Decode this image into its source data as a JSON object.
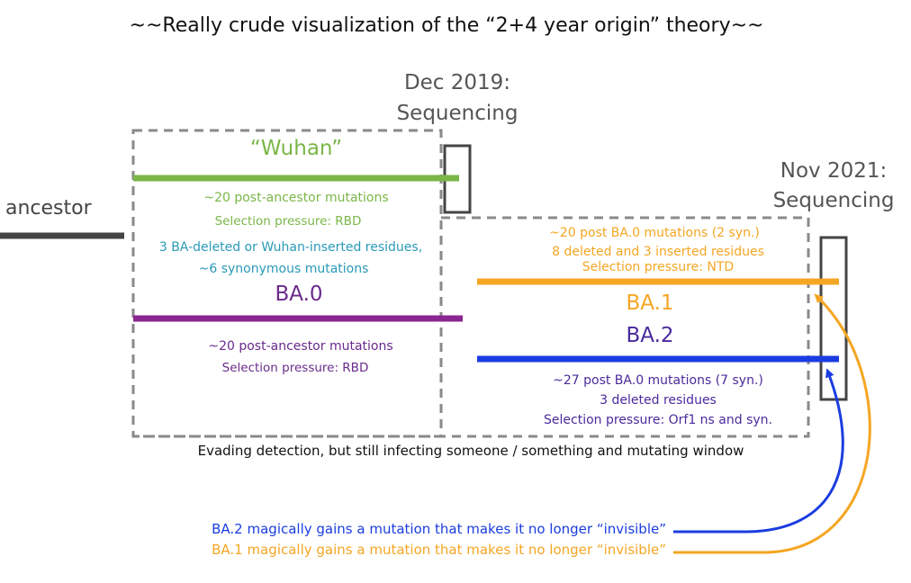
{
  "title": "~~Really crude visualization of the “2+4 year origin” theory~~",
  "colors": {
    "wuhan": "#7ab648",
    "ba0": "#8b2591",
    "ba0_text": "#6a2a8c",
    "ba1": "#f5a623",
    "ba2": "#1a3de0",
    "insert_text": "#2a9ab8",
    "ancestor": "#444444",
    "box": "#8a8a8a",
    "label_gray": "#555555",
    "ba2_text": "#4a2a9c"
  },
  "labels": {
    "ancestor": "ancestor",
    "dec2019_line1": "Dec 2019:",
    "dec2019_line2": "Sequencing",
    "nov2021_line1": "Nov 2021:",
    "nov2021_line2": "Sequencing",
    "wuhan": "“Wuhan”",
    "ba0": "BA.0",
    "ba1": "BA.1",
    "ba2": "BA.2",
    "window": "Evading detection, but still infecting someone / something and mutating window"
  },
  "notes": {
    "wuhan_line1": "~20 post-ancestor mutations",
    "wuhan_line2": "Selection pressure: RBD",
    "insert_line1": "3 BA-deleted or Wuhan-inserted residues,",
    "insert_line2": "~6 synonymous mutations",
    "ba0_line1": "~20 post-ancestor mutations",
    "ba0_line2": "Selection pressure: RBD",
    "ba1_line1": "~20 post BA.0 mutations (2 syn.)",
    "ba1_line2": "8 deleted and 3 inserted residues",
    "ba1_line3": "Selection pressure: NTD",
    "ba2_line1": "~27 post BA.0 mutations (7 syn.)",
    "ba2_line2": "3 deleted residues",
    "ba2_line3": "Selection pressure: Orf1 ns and syn."
  },
  "legend": {
    "ba2": "BA.2 magically gains a mutation that makes it no longer “invisible”",
    "ba1": "BA.1 magically gains a mutation that makes it no longer “invisible”"
  }
}
